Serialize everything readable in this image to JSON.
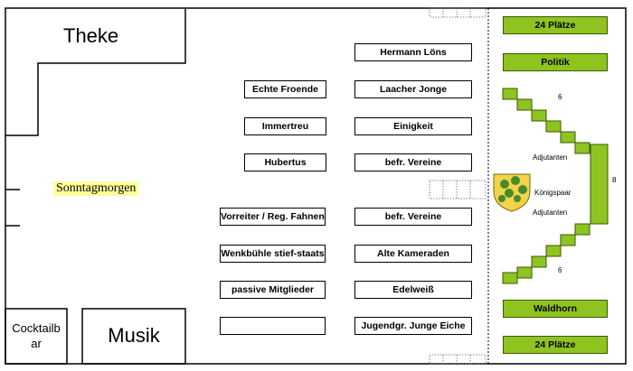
{
  "areas": {
    "theke": "Theke",
    "musik": "Musik",
    "cocktailbar": "Cocktailb\nar",
    "sonntagmorgen": "Sonntagmorgen"
  },
  "tables_right": [
    "Hermann Löns",
    "Laacher Jonge",
    "Einigkeit",
    "befr. Vereine",
    "befr. Vereine",
    "Alte Kameraden",
    "Edelweiß",
    "Jugendgr. Junge Eiche"
  ],
  "tables_left": [
    "Echte Froende",
    "Immertreu",
    "Hubertus",
    "Vorreiter / Reg. Fahnenz",
    "Wenkbühle stief-staats",
    "passive Mitglieder",
    ""
  ],
  "stage": {
    "top_seats": "24 Plätze",
    "politik": "Politik",
    "waldhorn": "Waldhorn",
    "bottom_seats": "24 Plätze",
    "upper_count": "6",
    "lower_count": "6",
    "side_count": "8",
    "adjutanten_top": "Adjutanten",
    "koenigspaar": "Königspaar",
    "adjutanten_bottom": "Adjutanten"
  },
  "colors": {
    "accent_green": "#8fc31f",
    "highlight_yellow": "#ffff99",
    "coat_of_arms_yellow": "#f2d34a",
    "coat_of_arms_green": "#4a8a2a"
  }
}
